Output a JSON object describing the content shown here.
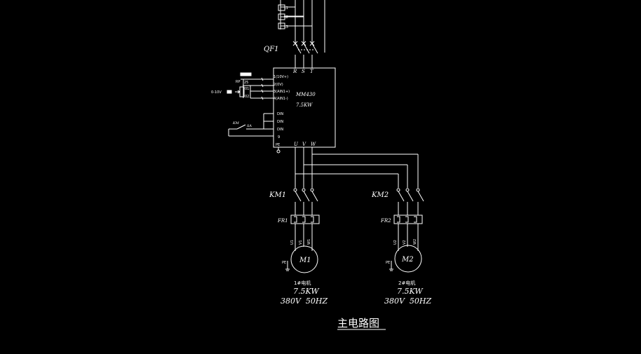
{
  "colors": {
    "background": "#000000",
    "line": "#ffffff"
  },
  "diagram": {
    "breaker": "QF1",
    "supply_terminals": [
      "L1",
      "L2",
      "L3"
    ],
    "input_terminals": [
      "R",
      "S",
      "T"
    ],
    "inverter": {
      "model": "MM430",
      "power": "7.5KW"
    },
    "inverter_input_terminals": [
      "1(10V+)",
      "2(0V)",
      "3(AIN1+)",
      "4(AIN1-)"
    ],
    "inverter_control_terminals": [
      "DIN",
      "DIN",
      "DIN",
      "9",
      "PE"
    ],
    "output_terminals": [
      "U",
      "V",
      "W"
    ],
    "speed_signal": "0-10V",
    "signal_wires": [
      "25",
      "01",
      "02"
    ],
    "potentiometer_label": "RP",
    "start_switch": {
      "left": "KM",
      "right": "SA"
    },
    "earth_label": "PE",
    "branches": [
      {
        "contactor": "KM1",
        "overload": "FR1",
        "motor": "M1",
        "motor_terminals": [
          "U1",
          "V1",
          "W1"
        ],
        "name": "1#电机",
        "power": "7.5KW",
        "rating": "380V  50HZ"
      },
      {
        "contactor": "KM2",
        "overload": "FR2",
        "motor": "M2",
        "motor_terminals": [
          "U2",
          "V2",
          "W2"
        ],
        "name": "2#电机",
        "power": "7.5KW",
        "rating": "380V  50HZ"
      }
    ],
    "title": "主电路图"
  }
}
